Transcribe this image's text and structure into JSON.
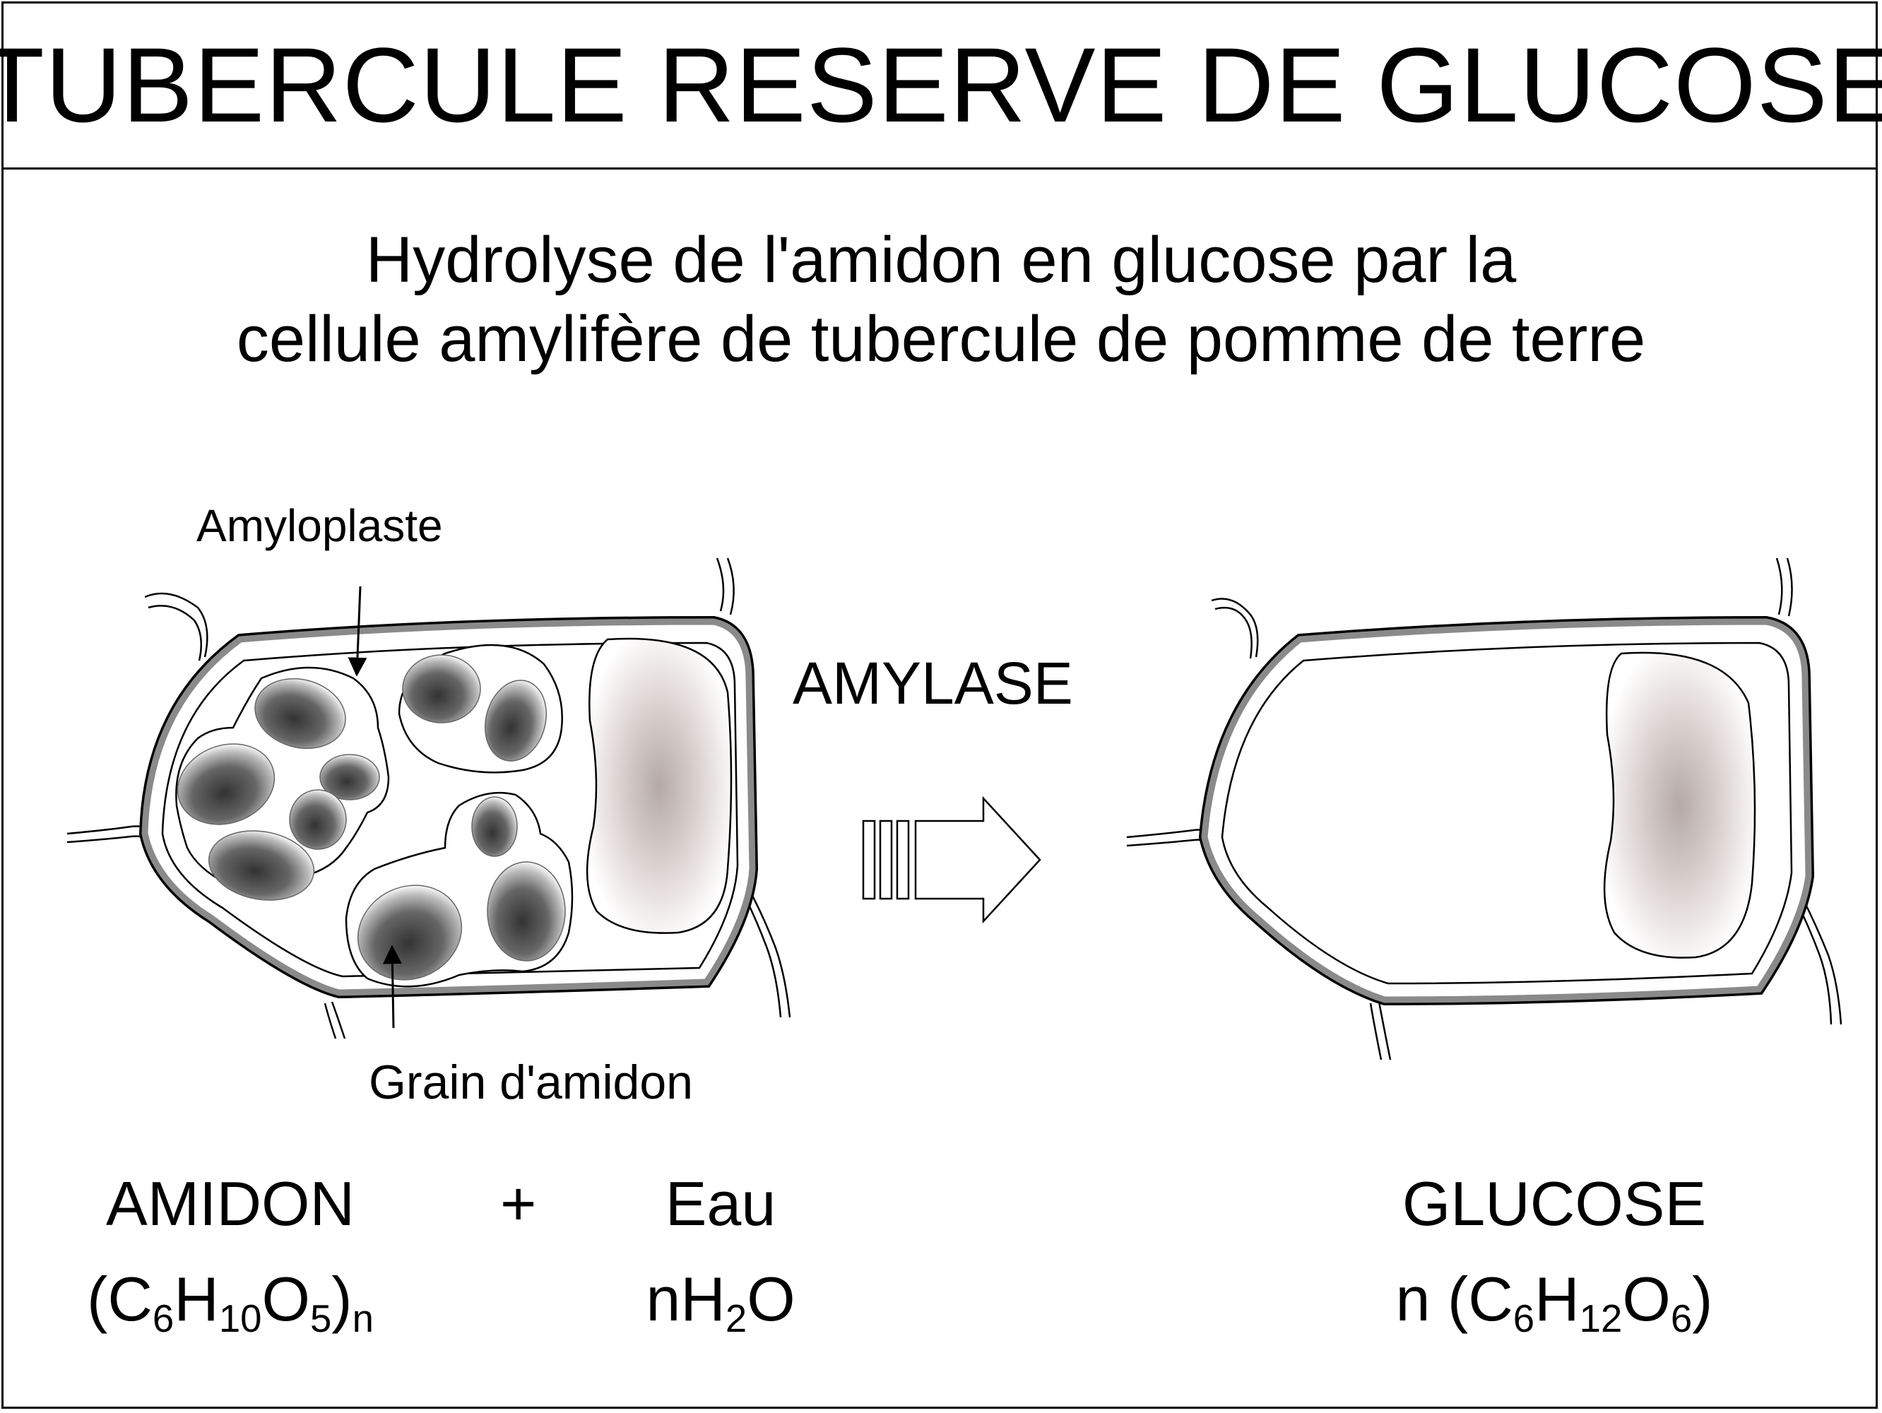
{
  "title": "TUBERCULE RESERVE DE GLUCOSE",
  "subtitle": {
    "line1": "Hydrolyse de l'amidon en glucose par la",
    "line2": "cellule amylifère de tubercule de pomme de terre"
  },
  "labels": {
    "amyloplaste": "Amyloplaste",
    "grain": "Grain d'amidon",
    "enzyme": "AMYLASE"
  },
  "equation": {
    "reactant1": {
      "name": "AMIDON",
      "formula": {
        "open": "(C",
        "s1": "6",
        "h": "H",
        "s2": "10",
        "o": "O",
        "s3": "5",
        "close": ")",
        "s4": "n"
      }
    },
    "plus": "+",
    "reactant2": {
      "name": "Eau",
      "formula": {
        "pre": "nH",
        "s1": "2",
        "post": "O"
      }
    },
    "product": {
      "name": "GLUCOSE",
      "formula": {
        "pre": "n (C",
        "s1": "6",
        "h": "H",
        "s2": "12",
        "o": "O",
        "s3": "6",
        "close": ")"
      }
    }
  },
  "colors": {
    "line": "#000000",
    "cell_wall_fill": "#8a8a8a",
    "grain_dark": "#3a3a3a",
    "grain_light": "#f2f2f2",
    "vacuole_center": "#b8aca8",
    "vacuole_edge": "#ffffff"
  }
}
